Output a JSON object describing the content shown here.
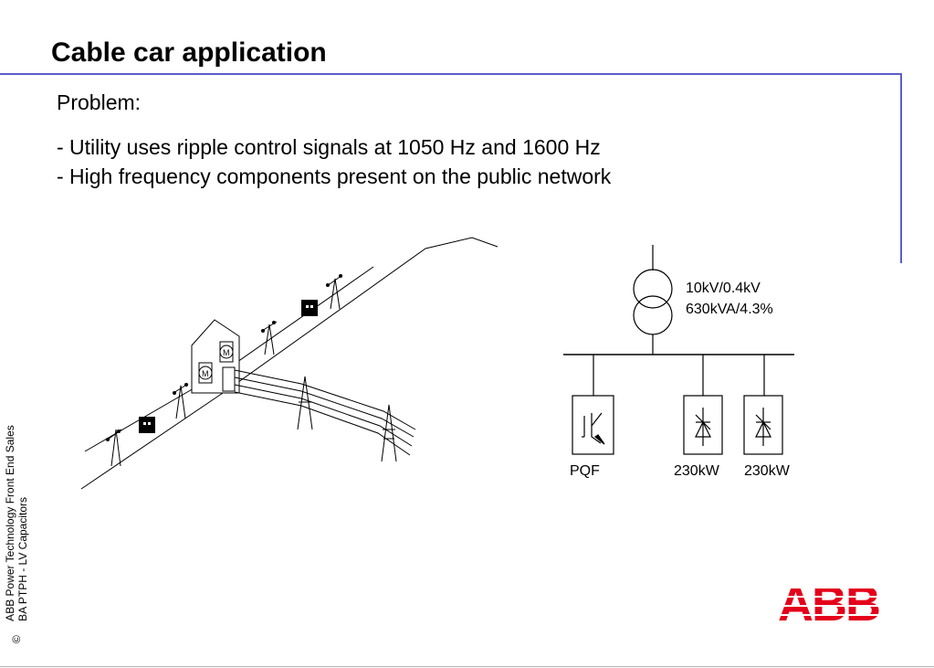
{
  "slide": {
    "title": "Cable car application",
    "problem_heading": "Problem:",
    "bullets": [
      "- Utility uses ripple control signals at 1050 Hz and 1600 Hz",
      "- High frequency components present on the public network"
    ]
  },
  "circuit": {
    "transformer_voltage": "10kV/0.4kV",
    "transformer_rating": "630kVA/4.3%",
    "pqf_label": "PQF",
    "load1_label": "230kW",
    "load2_label": "230kW"
  },
  "sidebar": {
    "copyright": "©",
    "line1": "ABB Power Technology Front End Sales",
    "line2": "BA PTPH  - LV Capacitors"
  },
  "logo": {
    "text": "ABB",
    "color": "#e4001b"
  },
  "colors": {
    "frame": "#5a5ec9",
    "brand": "#e4001b"
  }
}
